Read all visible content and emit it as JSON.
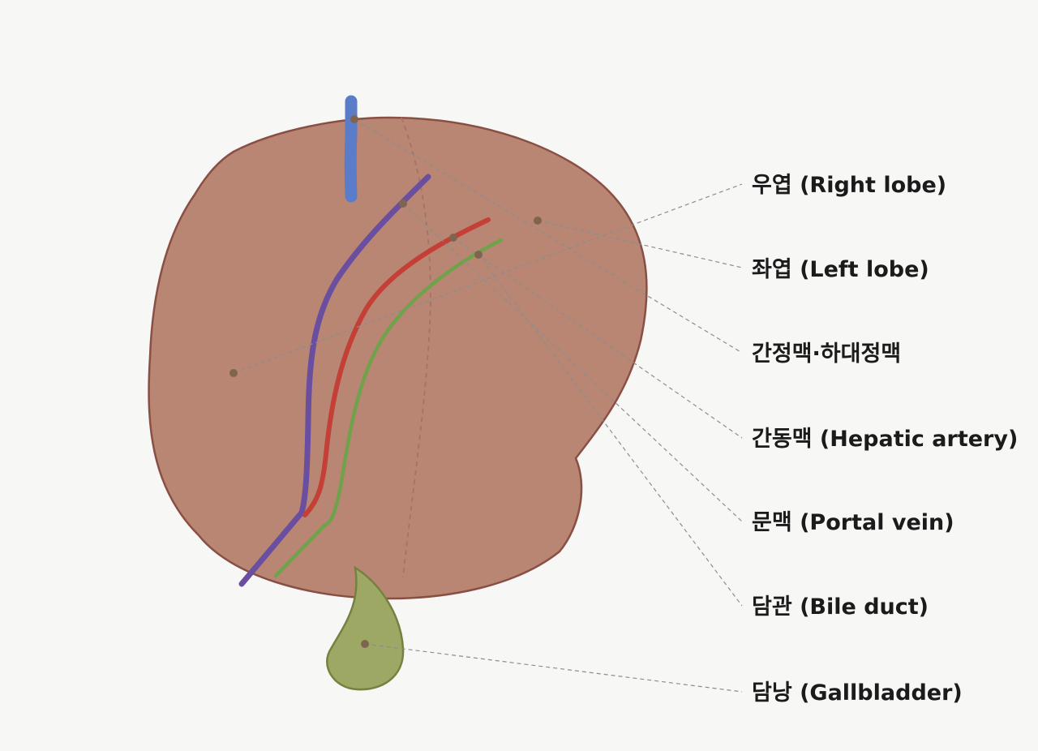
{
  "colors": {
    "background": "#f7f7f5",
    "liver_fill": "#b98674",
    "liver_stroke": "#8a4f44",
    "gallbladder_fill": "#9ca863",
    "gallbladder_stroke": "#738241",
    "hepatic_vein_ivc": "#5b7cc8",
    "portal_vein": "#6a4ea0",
    "hepatic_artery": "#c43f35",
    "bile_duct": "#6fa24a",
    "lobe_divider": "#a77361",
    "marker": "#7f6450",
    "leader_line": "#8d8d8d"
  },
  "labels": {
    "right_lobe": "우엽 (Right lobe)",
    "left_lobe": "좌엽 (Left lobe)",
    "hepatic_vein_ivc": "간정맥·하대정맥",
    "hepatic_artery": "간동맥 (Hepatic artery)",
    "portal_vein": "문맥 (Portal vein)",
    "bile_duct": "담관 (Bile duct)",
    "gallbladder": "담낭 (Gallbladder)"
  }
}
